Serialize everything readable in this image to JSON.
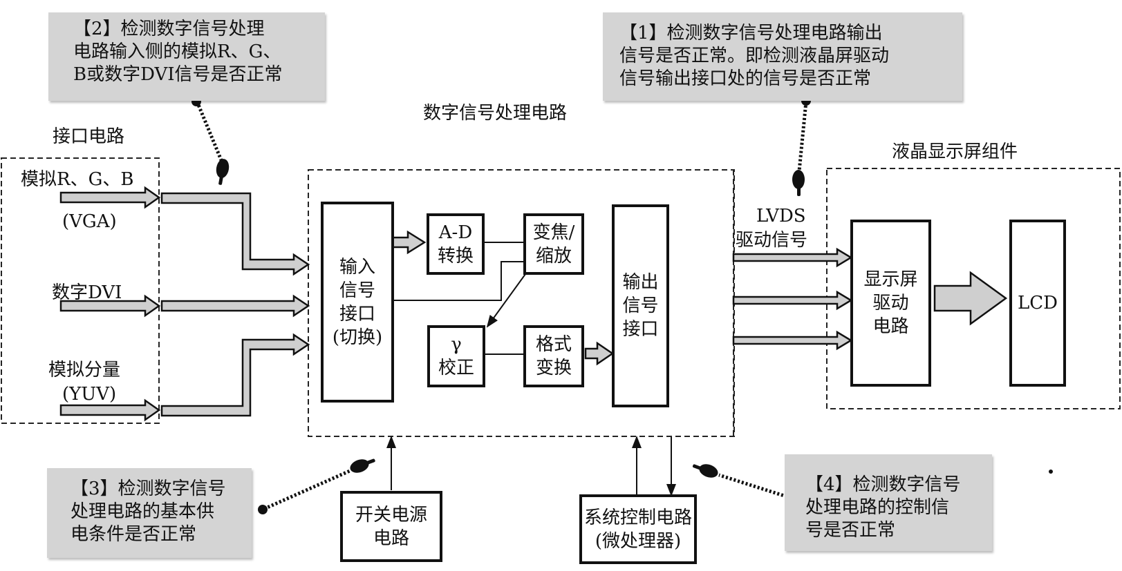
{
  "titles": {
    "interface_circuit": "接口电路",
    "dsp_circuit": "数字信号处理电路",
    "lcd_assembly": "液晶显示屏组件"
  },
  "inputs": {
    "rgb": "模拟R、G、B",
    "vga": "(VGA)",
    "dvi": "数字DVI",
    "component": "模拟分量",
    "yuv": "(YUV)"
  },
  "blocks": {
    "input_interface": [
      "输入",
      "信号",
      "接口",
      "(切换)"
    ],
    "ad_convert": [
      "A-D",
      "转换"
    ],
    "zoom_scale": [
      "变焦/",
      "缩放"
    ],
    "gamma": [
      "γ",
      "校正"
    ],
    "format_convert": [
      "格式",
      "变换"
    ],
    "output_interface": [
      "输出",
      "信号",
      "接口"
    ],
    "display_driver": [
      "显示屏",
      "驱动",
      "电路"
    ],
    "lcd": "LCD",
    "switching_power": [
      "开关电源",
      "电路"
    ],
    "system_control": [
      "系统控制电路",
      "(微处理器)"
    ]
  },
  "signals": {
    "lvds": "LVDS",
    "lvds_drive": "驱动信号"
  },
  "notes": {
    "note1": [
      "【1】检测数字信号处理电路输出",
      "信号是否正常。即检测液晶屏驱动",
      "信号输出接口处的信号是否正常"
    ],
    "note2": [
      "【2】检测数字信号处理",
      "电路输入侧的模拟R、G、",
      "B或数字DVI信号是否正常"
    ],
    "note3": [
      "【3】检测数字信号",
      "处理电路的基本供",
      "电条件是否正常"
    ],
    "note4": [
      "【4】检测数字信号",
      "处理电路的控制信",
      "号是否正常"
    ]
  },
  "colors": {
    "note_bg": "#d4d4d4",
    "arrow_fill": "#cfcfcf",
    "line": "#111111"
  }
}
